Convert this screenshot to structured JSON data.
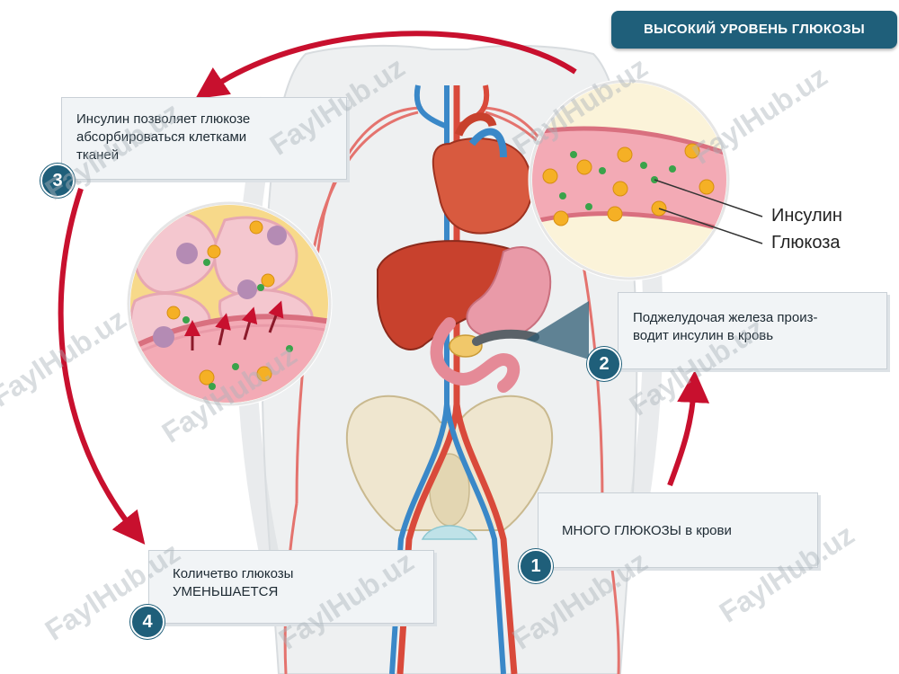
{
  "header": {
    "title": "ВЫСОКИЙ УРОВЕНЬ ГЛЮКОЗЫ"
  },
  "steps": [
    {
      "number": "1",
      "text": "МНОГО ГЛЮКОЗЫ в крови"
    },
    {
      "number": "2",
      "line1": "Поджелудочая железа произ-",
      "line2": "водит инсулин в кровь"
    },
    {
      "number": "3",
      "line1": "Инсулин позволяет глюкозе",
      "line2": "абсорбироваться клетками",
      "line3": "тканей"
    },
    {
      "number": "4",
      "line1": "Количетво глюкозы",
      "line2": "УМЕНЬШАЕТСЯ"
    }
  ],
  "legend": {
    "insulin": "Инсулин",
    "glucose": "Глюкоза"
  },
  "watermark": "FaylHub.uz",
  "colors": {
    "accent": "#1f5f7a",
    "arrow": "#c8102e",
    "vessel": "#e8a0a8",
    "insulin_dot": "#3aa34a",
    "glucose_dot": "#f5b025",
    "cell": "#f4c7cf",
    "liver": "#c8412d",
    "heart": "#d85a3f",
    "vein": "#3a88c8"
  }
}
